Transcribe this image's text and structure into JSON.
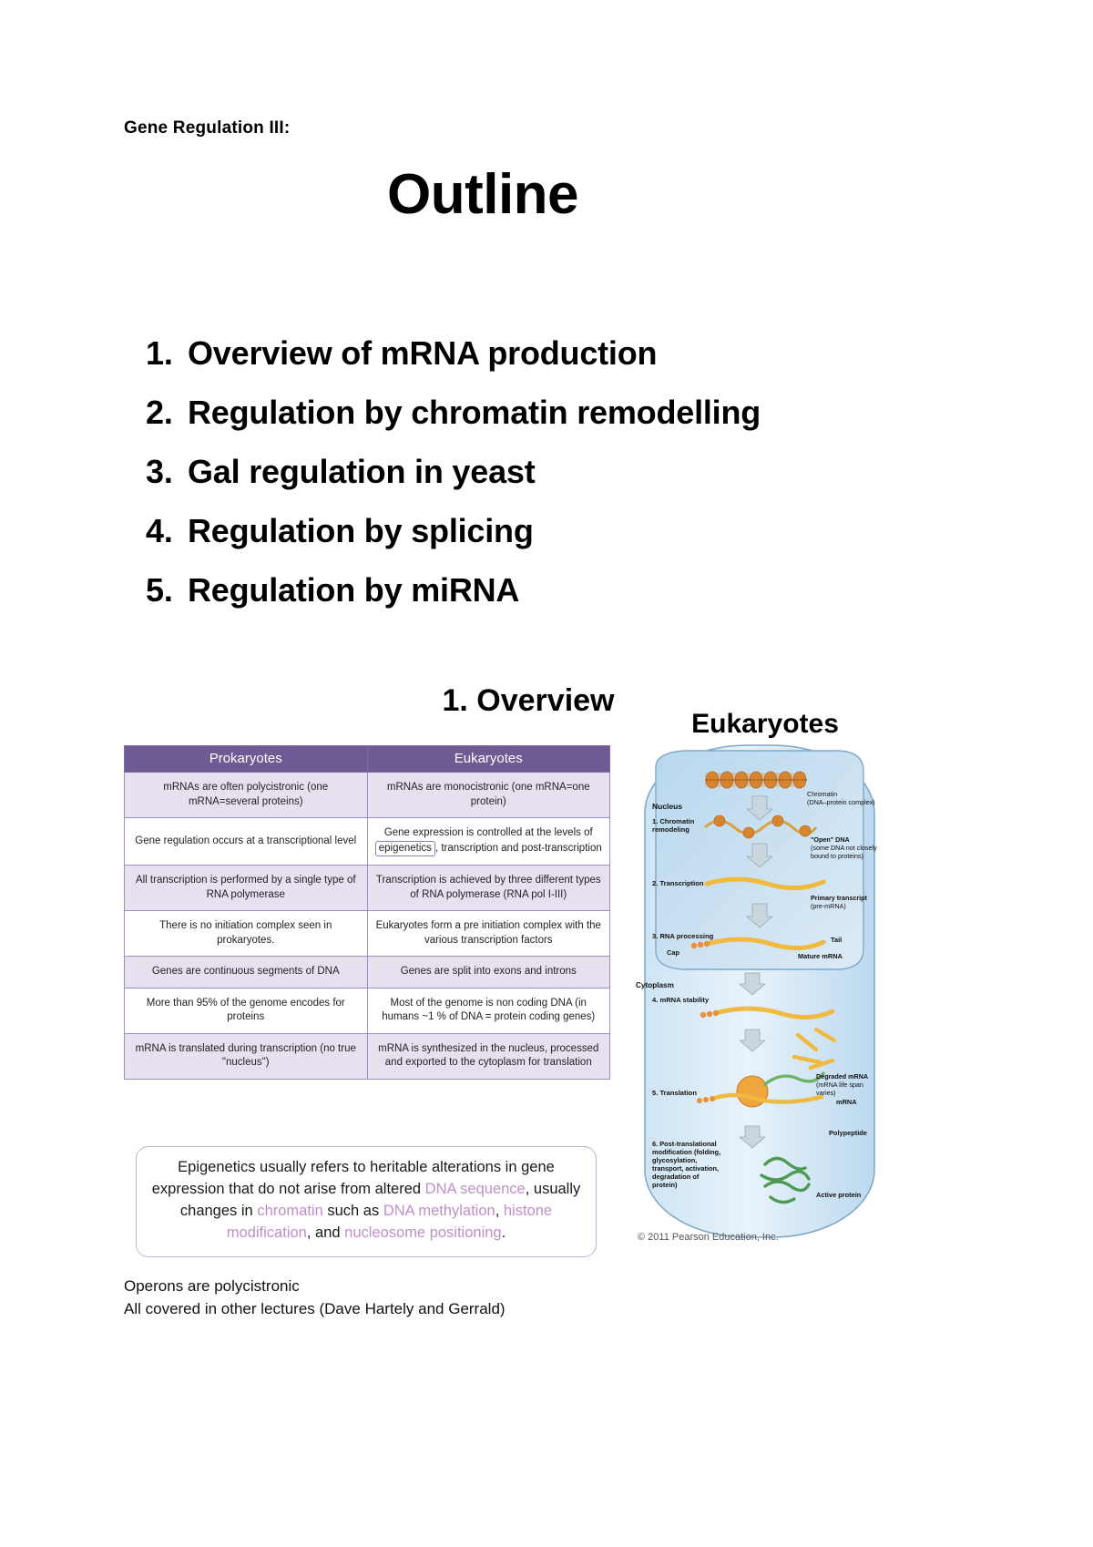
{
  "header": {
    "kicker": "Gene Regulation III:",
    "title": "Outline"
  },
  "outline": {
    "items": [
      {
        "num": "1.",
        "text": "Overview of mRNA production"
      },
      {
        "num": "2.",
        "text": "Regulation by chromatin remodelling"
      },
      {
        "num": "3.",
        "text": "Gal regulation in yeast"
      },
      {
        "num": "4.",
        "text": "Regulation by splicing"
      },
      {
        "num": "5.",
        "text": "Regulation by miRNA"
      }
    ]
  },
  "section": {
    "heading": "1. Overview"
  },
  "figure": {
    "title": "Eukaryotes",
    "credit": "© 2011 Pearson Education, Inc.",
    "labels": {
      "nucleus": "Nucleus",
      "step1": "1. Chromatin remodeling",
      "chromatin": "Chromatin (DNA–protein complex)",
      "open_dna": "\"Open\" DNA (some DNA not closely bound to proteins)",
      "step2": "2. Transcription",
      "primary_transcript": "Primary transcript (pre-mRNA)",
      "step3": "3. RNA processing",
      "cap": "Cap",
      "tail": "Tail",
      "mature_mrna": "Mature mRNA",
      "cytoplasm": "Cytoplasm",
      "step4": "4. mRNA stability",
      "degraded": "Degraded mRNA (mRNA life span varies)",
      "step5": "5. Translation",
      "mrna": "mRNA",
      "polypeptide": "Polypeptide",
      "step6": "6. Post-translational modification (folding, glycosylation, transport, activation, degradation of protein)",
      "active_protein": "Active protein"
    }
  },
  "table": {
    "columns": [
      "Prokaryotes",
      "Eukaryotes"
    ],
    "rows": [
      {
        "shaded": true,
        "prokaryotes": "mRNAs are often polycistronic (one mRNA=several proteins)",
        "eukaryotes": "mRNAs are monocistronic (one mRNA=one protein)",
        "highlight": null
      },
      {
        "shaded": false,
        "prokaryotes": "Gene regulation occurs at a transcriptional level",
        "eukaryotes_pre": "Gene expression is controlled at the levels of ",
        "highlight": "epigenetics",
        "eukaryotes_post": ", transcription and post-transcription"
      },
      {
        "shaded": true,
        "prokaryotes": "All transcription is performed by a single type of RNA polymerase",
        "eukaryotes": "Transcription is achieved by three different types of RNA polymerase (RNA pol I-III)",
        "highlight": null
      },
      {
        "shaded": false,
        "prokaryotes": "There is no initiation complex seen in prokaryotes.",
        "eukaryotes": "Eukaryotes form a pre initiation complex with the various transcription factors",
        "highlight": null
      },
      {
        "shaded": true,
        "prokaryotes": "Genes are continuous segments of DNA",
        "eukaryotes": "Genes are split into exons and introns",
        "highlight": null
      },
      {
        "shaded": false,
        "prokaryotes": "More than 95% of the genome encodes for proteins",
        "eukaryotes": "Most of the genome is non coding DNA (in humans ~1 % of DNA = protein coding genes)",
        "highlight": null
      },
      {
        "shaded": true,
        "prokaryotes": "mRNA is translated during transcription (no true \"nucleus\")",
        "eukaryotes": "mRNA is synthesized in the nucleus, processed and exported to the cytoplasm for translation",
        "highlight": null
      }
    ]
  },
  "epigenetics_box": {
    "segments": [
      {
        "text": "Epigenetics usually refers to heritable alterations in gene expression that do not arise from altered ",
        "color": "black"
      },
      {
        "text": "DNA sequence",
        "color": "mauve"
      },
      {
        "text": ", usually changes in ",
        "color": "black"
      },
      {
        "text": "chromatin",
        "color": "mauve"
      },
      {
        "text": " such as ",
        "color": "black"
      },
      {
        "text": "DNA methylation",
        "color": "mauve"
      },
      {
        "text": ", ",
        "color": "black"
      },
      {
        "text": "histone modification",
        "color": "mauve"
      },
      {
        "text": ", and ",
        "color": "black"
      },
      {
        "text": "nucleosome positioning",
        "color": "mauve"
      },
      {
        "text": ".",
        "color": "black"
      }
    ],
    "colors": {
      "mauve": "#c08fc8",
      "border": "#c5aed6"
    }
  },
  "notes": {
    "line1": "Operons are polycistronic",
    "line2": "All covered in other lectures (Dave Hartely and Gerrald)"
  },
  "colors": {
    "table_header_bg": "#6f5b94",
    "table_border": "#9f8cc0",
    "table_shade": "#e7e1ef"
  }
}
